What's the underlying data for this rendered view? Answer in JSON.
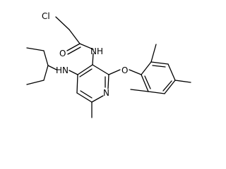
{
  "molecule": {
    "atom_labels": {
      "cl": "Cl",
      "o_carbonyl": "O",
      "nh_amide": "NH",
      "nh_amine": "HN",
      "o_ether": "O",
      "n_ring": "N"
    }
  }
}
